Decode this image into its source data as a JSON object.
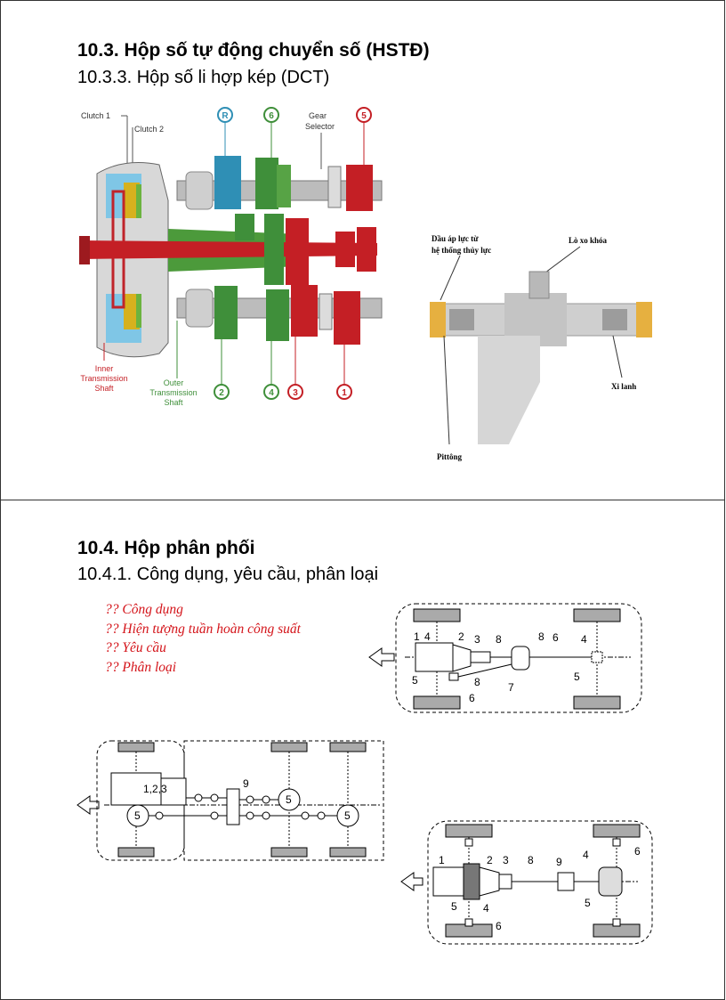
{
  "slide1": {
    "heading": "10.3. Hộp số tự động chuyển số (HSTĐ)",
    "subheading": "10.3.3. Hộp số li hợp kép (DCT)",
    "gearbox": {
      "clutch1": "Clutch 1",
      "clutch2": "Clutch 2",
      "gear_selector": [
        "Gear",
        "Selector"
      ],
      "inner_shaft": [
        "Inner",
        "Transmission",
        "Shaft"
      ],
      "outer_shaft": [
        "Outer",
        "Transmission",
        "Shaft"
      ],
      "top_gears": [
        "R",
        "6",
        "5"
      ],
      "bottom_gears": [
        "2",
        "4",
        "3",
        "1"
      ]
    },
    "actuator": {
      "oil_label": [
        "Dầu áp lực từ",
        "hệ thống thủy lực"
      ],
      "spring_label": "Lò xo khóa",
      "cylinder_label": "Xi lanh",
      "piston_label": "Pittông"
    }
  },
  "slide2": {
    "heading": "10.4. Hộp phân phối",
    "subheading": "10.4.1. Công dụng, yêu cầu, phân loại",
    "questions": [
      "?? Công dụng",
      "?? Hiện tượng tuần hoàn công suất",
      "?? Yêu cầu",
      "?? Phân loại"
    ],
    "diagram_a": {
      "labels": [
        "1",
        "4",
        "2",
        "3",
        "8",
        "8",
        "6",
        "4",
        "5",
        "8",
        "7",
        "5",
        "6"
      ]
    },
    "diagram_b": {
      "labels": [
        "1,2,3",
        "9",
        "5",
        "5",
        "5"
      ]
    },
    "diagram_c": {
      "labels": [
        "1",
        "2",
        "3",
        "8",
        "9",
        "4",
        "6",
        "5",
        "4",
        "5",
        "6"
      ]
    }
  }
}
